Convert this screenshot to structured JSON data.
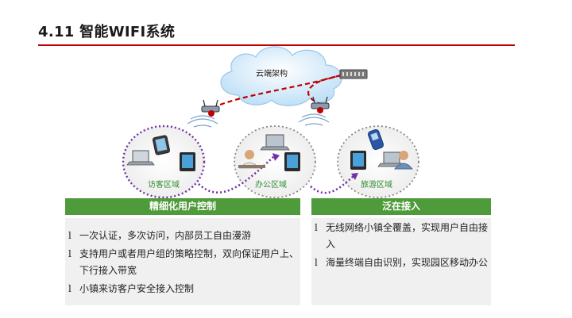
{
  "header": {
    "title": "4.11 智能WIFI系统"
  },
  "diagram": {
    "cloud_label": "云端架构",
    "zones": [
      "访客区域",
      "办公区域",
      "旅游区域"
    ]
  },
  "panels": {
    "left": {
      "title": "精细化用户控制",
      "bullet": "l",
      "items": [
        "一次认证，多次访问，内部员工自由漫游",
        "支持用户或者用户组的策略控制，双向保证用户上、下行接入带宽",
        "小镇来访客户安全接入控制"
      ]
    },
    "right": {
      "title": "泛在接入",
      "bullet": "l",
      "items": [
        "无线网络小镇全覆盖，实现用户自由接入",
        "海量终端自由识别，实现园区移动办公"
      ]
    }
  },
  "colors": {
    "accent": "#c00000",
    "panel_header": "#4f9a3a",
    "zone_ring": "#7030a0",
    "cloud": "#cfe8fb"
  }
}
